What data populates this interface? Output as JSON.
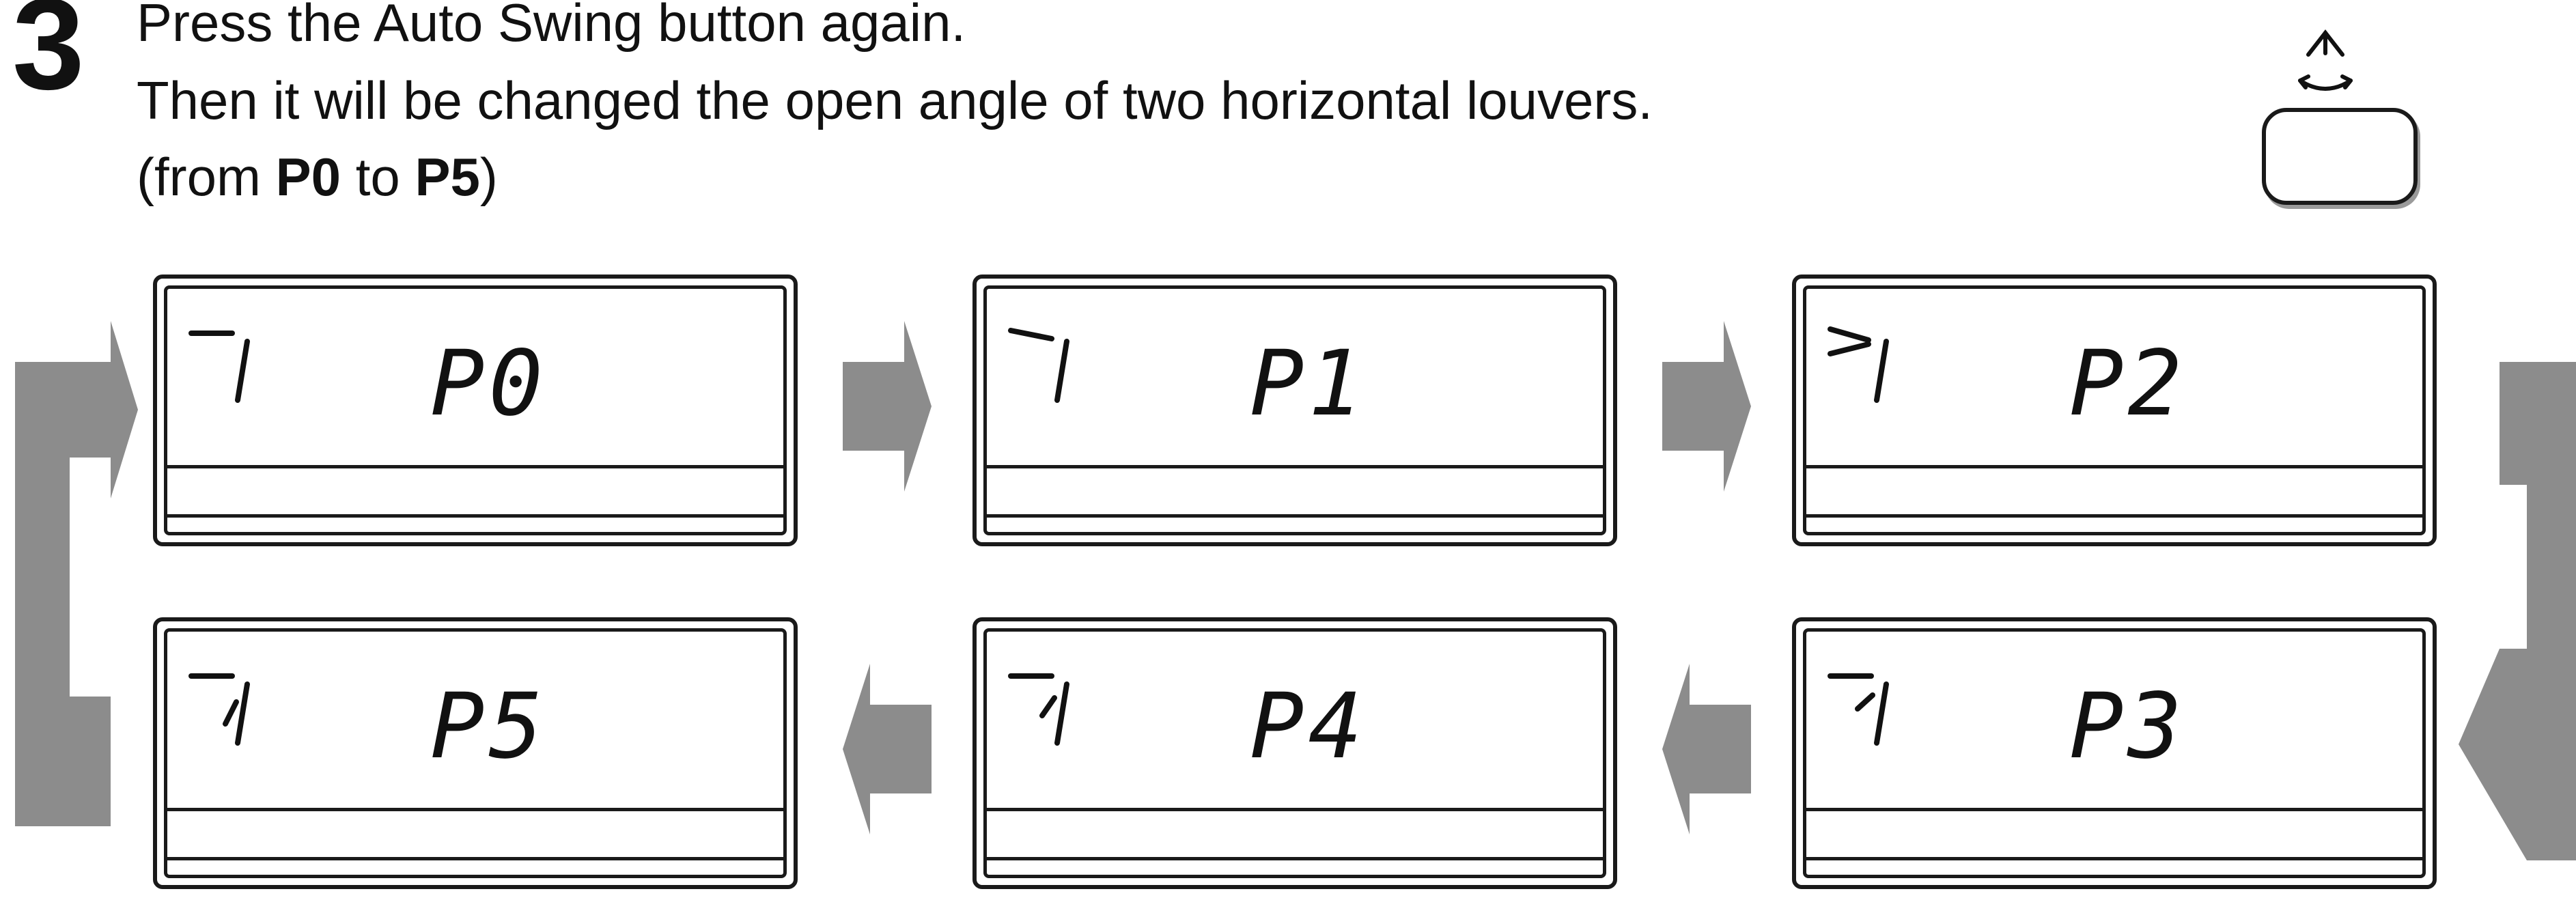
{
  "step": {
    "number": "3",
    "line1": "Press the Auto Swing button again.",
    "line2": "Then it will be changed the open angle of two horizontal louvers.",
    "line3_prefix": "(from ",
    "line3_from": "P0",
    "line3_mid": " to ",
    "line3_to": "P5",
    "line3_suffix": ")"
  },
  "button": {
    "icon": "auto-swing-icon"
  },
  "panels": [
    {
      "code": "P0",
      "louver_angle_deg": 0
    },
    {
      "code": "P1",
      "louver_angle_deg": 10
    },
    {
      "code": "P2",
      "louver_angle_deg": 20
    },
    {
      "code": "P3",
      "louver_angle_deg": 30
    },
    {
      "code": "P4",
      "louver_angle_deg": 40
    },
    {
      "code": "P5",
      "louver_angle_deg": 50
    }
  ],
  "colors": {
    "arrow": "#8c8c8c",
    "lcd_border": "#1a1a1a"
  }
}
